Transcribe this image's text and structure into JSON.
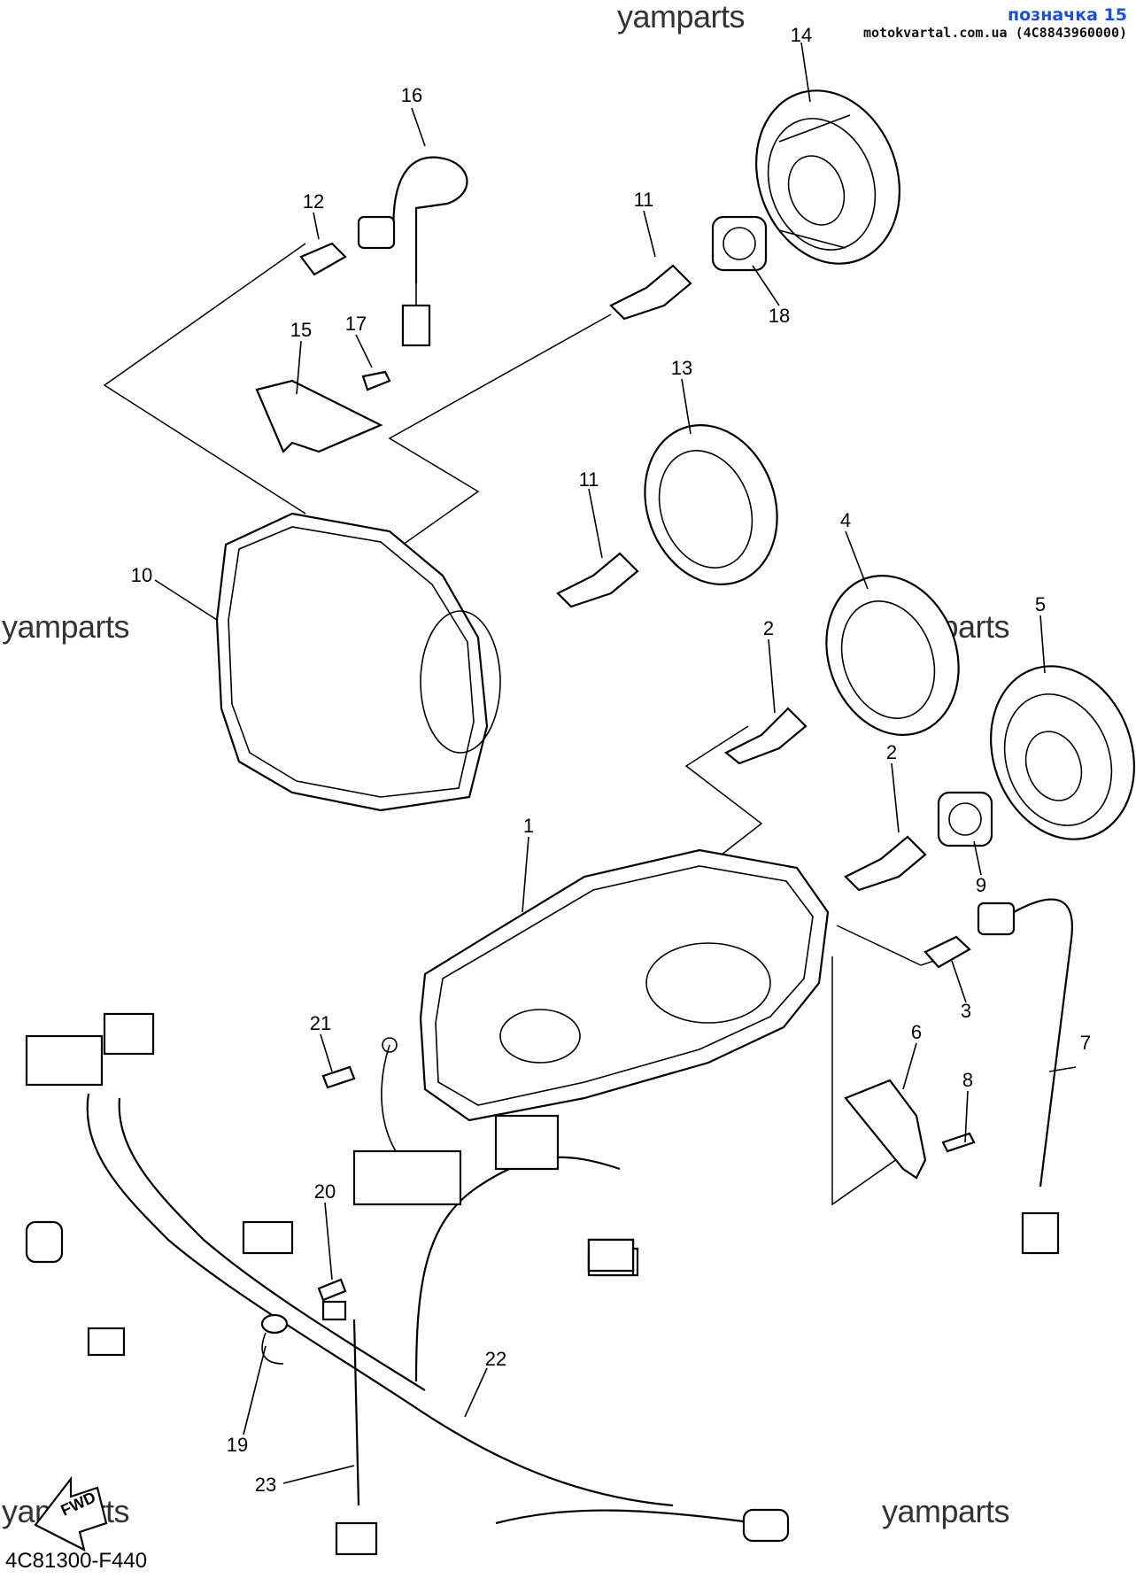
{
  "header": {
    "label": "позначка 15",
    "source": "motokvartal.com.ua (4C8843960000)"
  },
  "watermarks": [
    "yamparts",
    "yamparts",
    "yamparts",
    "yamparts",
    "yamparts",
    "yamparts"
  ],
  "diagram_code": "4C81300-F440",
  "fwd_label": "FWD",
  "callouts": [
    "14",
    "16",
    "12",
    "11",
    "18",
    "15",
    "17",
    "13",
    "11",
    "10",
    "4",
    "5",
    "2",
    "2",
    "1",
    "9",
    "3",
    "6",
    "7",
    "8",
    "21",
    "20",
    "22",
    "19",
    "23"
  ]
}
